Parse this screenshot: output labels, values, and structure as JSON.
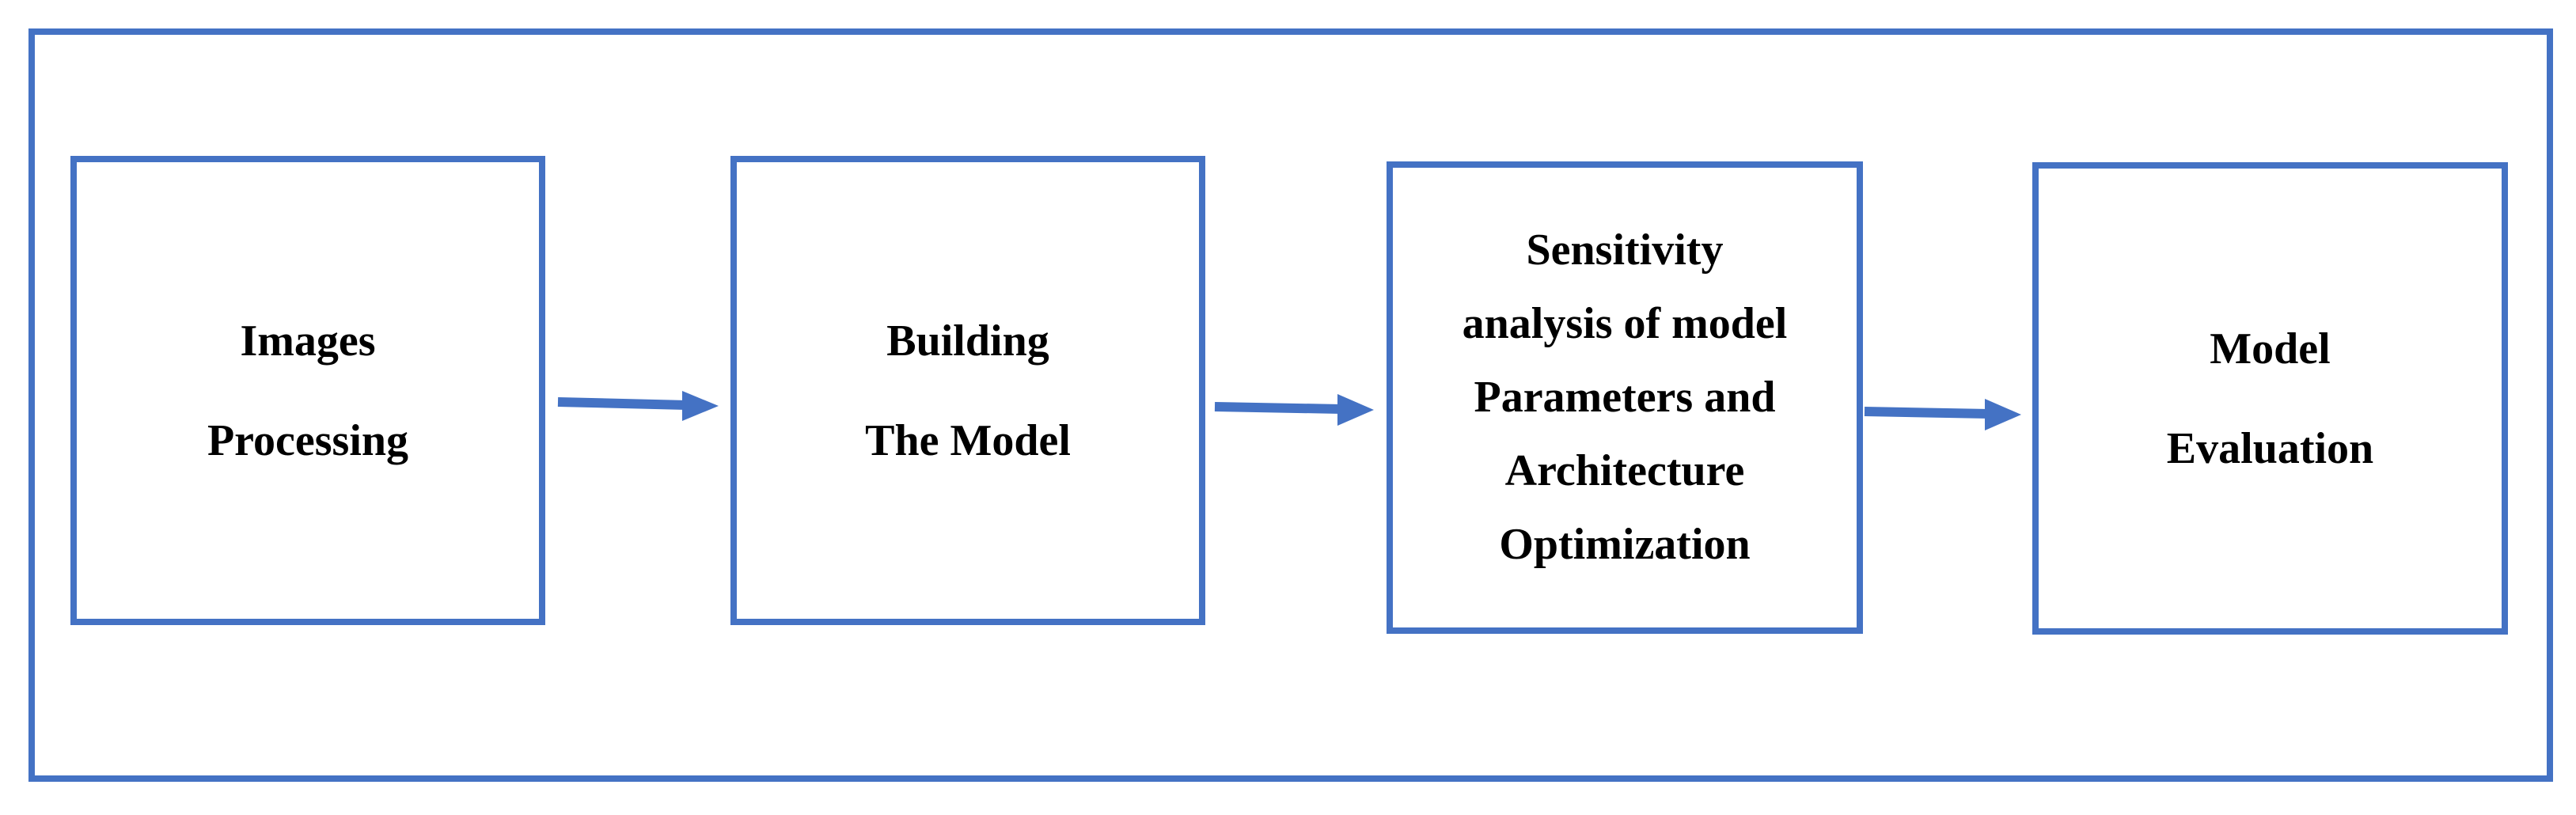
{
  "diagram": {
    "steps": [
      {
        "lines": [
          "Images",
          "Processing"
        ]
      },
      {
        "lines": [
          "Building",
          "The Model"
        ]
      },
      {
        "lines": [
          "Sensitivity",
          "analysis of model",
          "Parameters and",
          "Architecture",
          "Optimization"
        ]
      },
      {
        "lines": [
          "Model",
          "Evaluation"
        ]
      }
    ],
    "colors": {
      "border": "#4472c4",
      "arrow": "#4472c4",
      "text": "#000000"
    },
    "arrows": [
      {
        "from": "step-1",
        "to": "step-2",
        "icon": "right-arrow-icon"
      },
      {
        "from": "step-2",
        "to": "step-3",
        "icon": "right-arrow-icon"
      },
      {
        "from": "step-3",
        "to": "step-4",
        "icon": "right-arrow-icon"
      }
    ]
  }
}
